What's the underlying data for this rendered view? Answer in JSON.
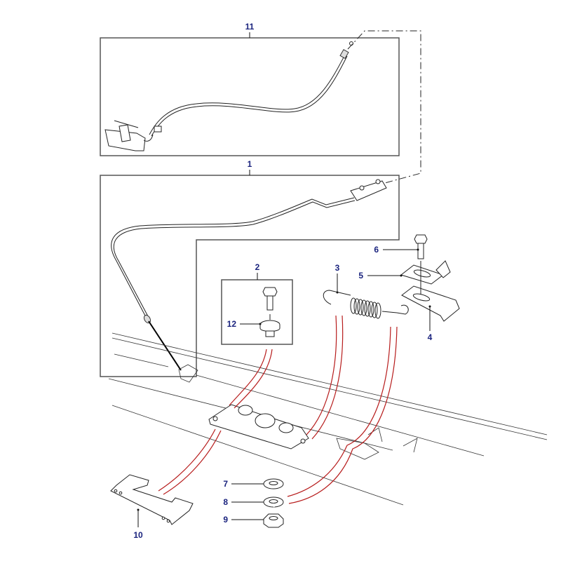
{
  "diagram": {
    "title": "Bonnet release cable and catch assembly — exploded parts view",
    "callouts": [
      {
        "id": "11",
        "label": "11",
        "part": "release-handle-cable-assembly"
      },
      {
        "id": "1",
        "label": "1",
        "part": "release-cable"
      },
      {
        "id": "2",
        "label": "2",
        "part": "bolt-and-washer-kit"
      },
      {
        "id": "12",
        "label": "12",
        "part": "spacer-washer"
      },
      {
        "id": "3",
        "label": "3",
        "part": "tension-spring"
      },
      {
        "id": "6",
        "label": "6",
        "part": "bolt"
      },
      {
        "id": "5",
        "label": "5",
        "part": "clamp-plate"
      },
      {
        "id": "4",
        "label": "4",
        "part": "bracket"
      },
      {
        "id": "7",
        "label": "7",
        "part": "plain-washer"
      },
      {
        "id": "8",
        "label": "8",
        "part": "spring-washer"
      },
      {
        "id": "9",
        "label": "9",
        "part": "hex-nut"
      },
      {
        "id": "10",
        "label": "10",
        "part": "support-plate"
      }
    ],
    "colors": {
      "callout_text": "#1a237e",
      "assembly_line": "#b71c1c",
      "linework": "#222222",
      "box_border": "#555555"
    }
  }
}
